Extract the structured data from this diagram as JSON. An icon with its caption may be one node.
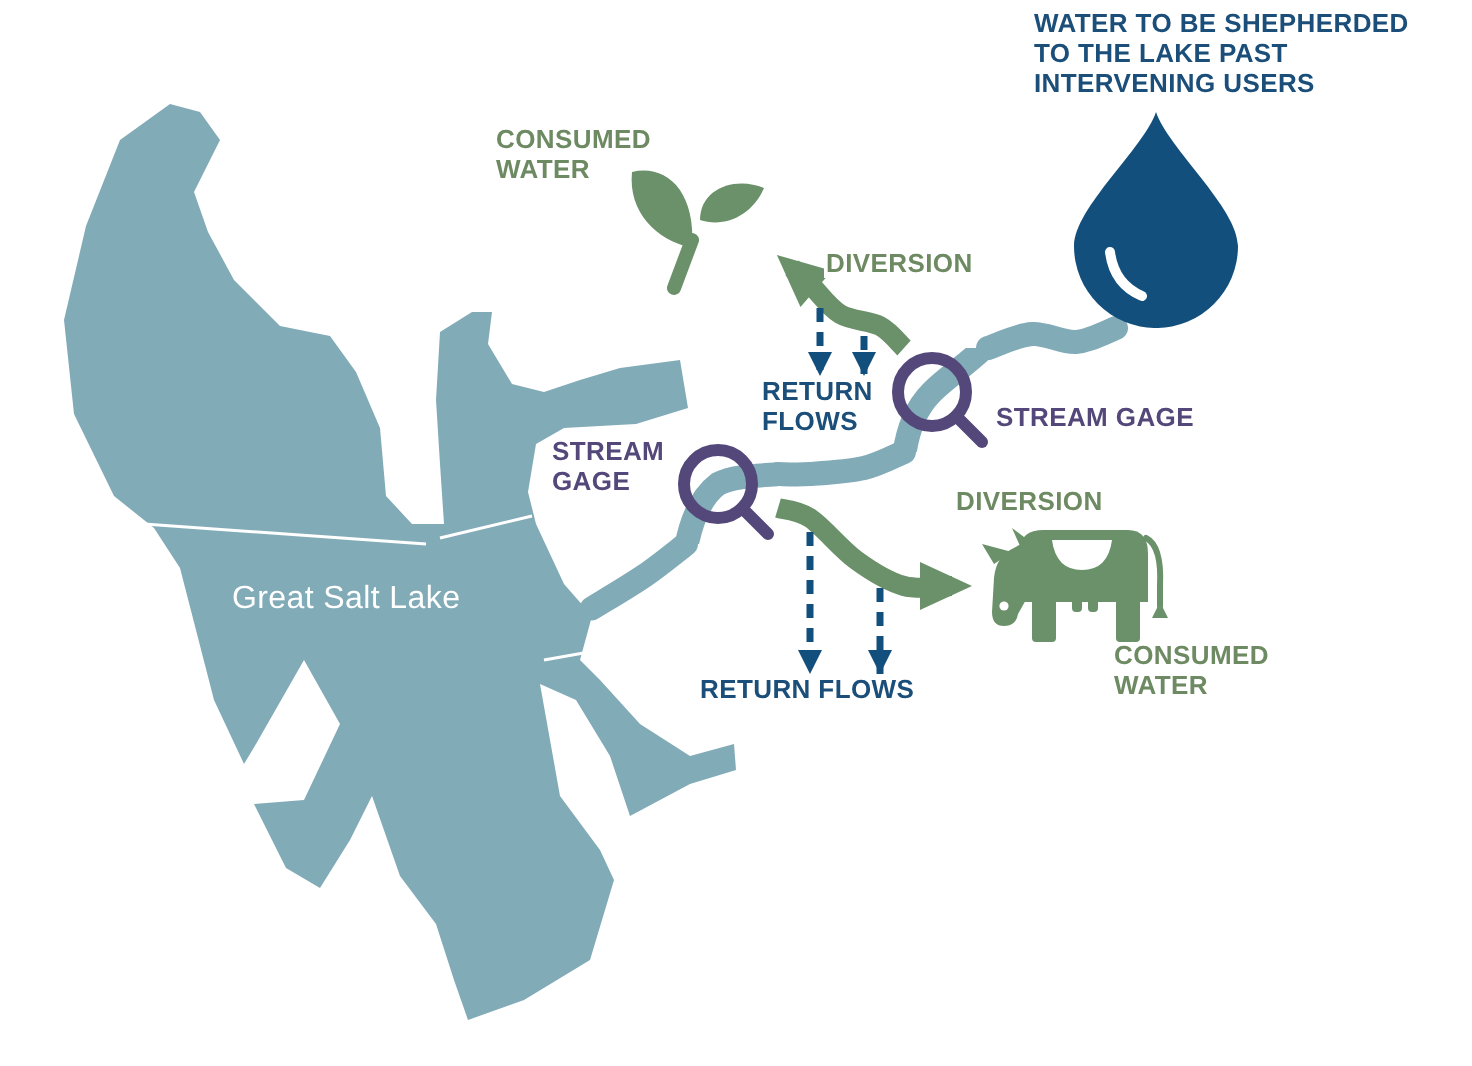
{
  "diagram": {
    "nodes": [
      {
        "text": [
          "WATER TO BE SHEPHERDED TO THE LAKE PAST INTERVENING USERS"
        ]
      },
      {
        "text": [
          "CONSUMED WATER"
        ]
      },
      {
        "text": [
          "Great Salt Lake"
        ]
      },
      {
        "text": [
          "STREAM GAGE"
        ]
      },
      {
        "text": [
          "RETURN FLOWS"
        ]
      },
      {
        "text": [
          "STREAM GAGE"
        ]
      },
      {
        "text": [
          "CONSUMED WATER"
        ]
      },
      {
        "text": [
          "RETURN FLOWS"
        ]
      }
    ],
    "edges": [
      {
        "from": 0,
        "to": 3,
        "arrow": "none",
        "color": "#82abb8"
      },
      {
        "from": 3,
        "to": 5,
        "arrow": "none",
        "color": "#82abb8"
      },
      {
        "from": 5,
        "to": 2,
        "arrow": "none",
        "color": "#82abb8"
      },
      {
        "from": 3,
        "to": 1,
        "arrow": "to",
        "label": "DIVERSION",
        "color": "#6a9169"
      },
      {
        "from": null,
        "to": 4,
        "arrow": "to",
        "style": "dashed"
      },
      {
        "from": null,
        "to": 4,
        "arrow": "to",
        "style": "dashed"
      },
      {
        "from": 5,
        "to": 6,
        "arrow": "to",
        "label": "DIVERSION",
        "color": "#6a9169"
      },
      {
        "from": null,
        "to": 7,
        "arrow": "to",
        "style": "dashed"
      },
      {
        "from": null,
        "to": 7,
        "arrow": "to",
        "style": "dashed"
      }
    ]
  }
}
